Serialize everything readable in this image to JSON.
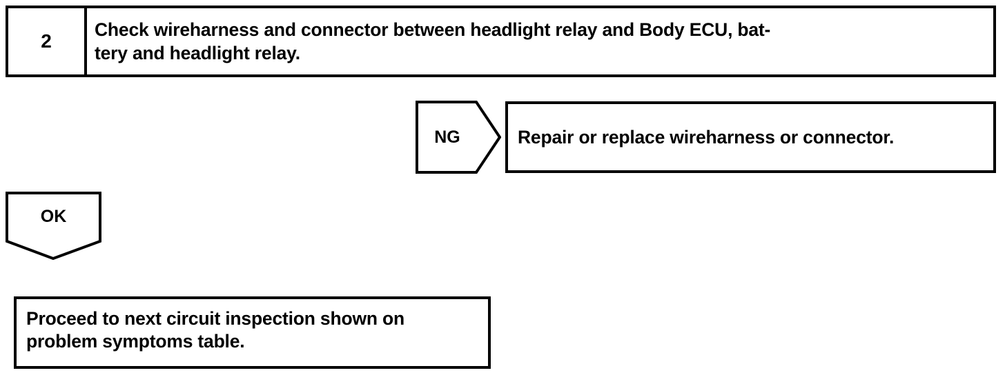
{
  "document": {
    "type": "troubleshooting-flowchart",
    "background_color": "#ffffff",
    "line_color": "#000000"
  },
  "step": {
    "number": "2",
    "instruction": "Check wireharness and connector between headlight relay and Body ECU, bat-\ntery and headlight relay."
  },
  "branches": {
    "ng": {
      "label": "NG",
      "result_text": "Repair or replace wireharness or connector."
    },
    "ok": {
      "label": "OK",
      "result_text": "Proceed to next circuit inspection shown on\nproblem symptoms table."
    }
  }
}
